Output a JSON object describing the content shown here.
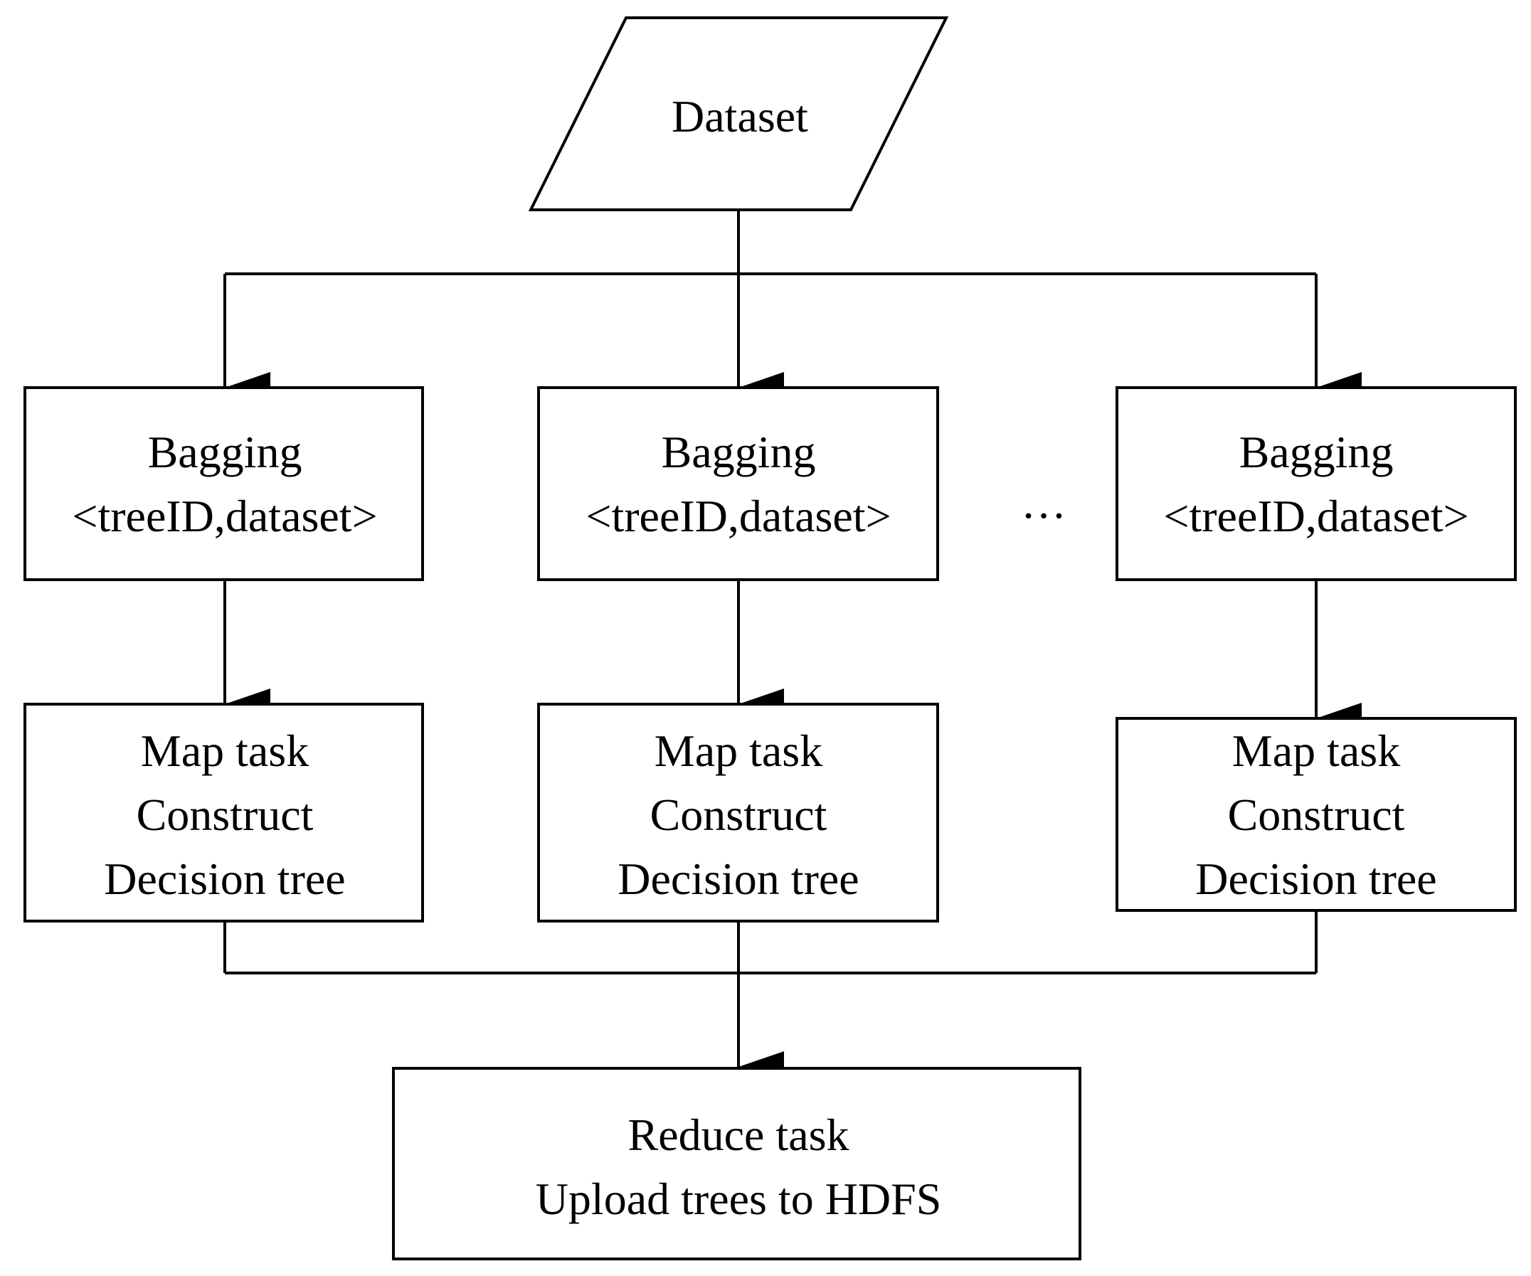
{
  "diagram": {
    "input": {
      "label": "Dataset"
    },
    "bagging": [
      {
        "line1": "Bagging",
        "line2": "<treeID,dataset>"
      },
      {
        "line1": "Bagging",
        "line2": "<treeID,dataset>"
      },
      {
        "line1": "Bagging",
        "line2": "<treeID,dataset>"
      }
    ],
    "map": [
      {
        "line1": "Map task",
        "line2": "Construct",
        "line3": "Decision tree"
      },
      {
        "line1": "Map task",
        "line2": "Construct",
        "line3": "Decision tree"
      },
      {
        "line1": "Map task",
        "line2": "Construct",
        "line3": "Decision tree"
      }
    ],
    "ellipsis": "…",
    "reduce": {
      "line1": "Reduce task",
      "line2": "Upload trees to HDFS"
    }
  }
}
